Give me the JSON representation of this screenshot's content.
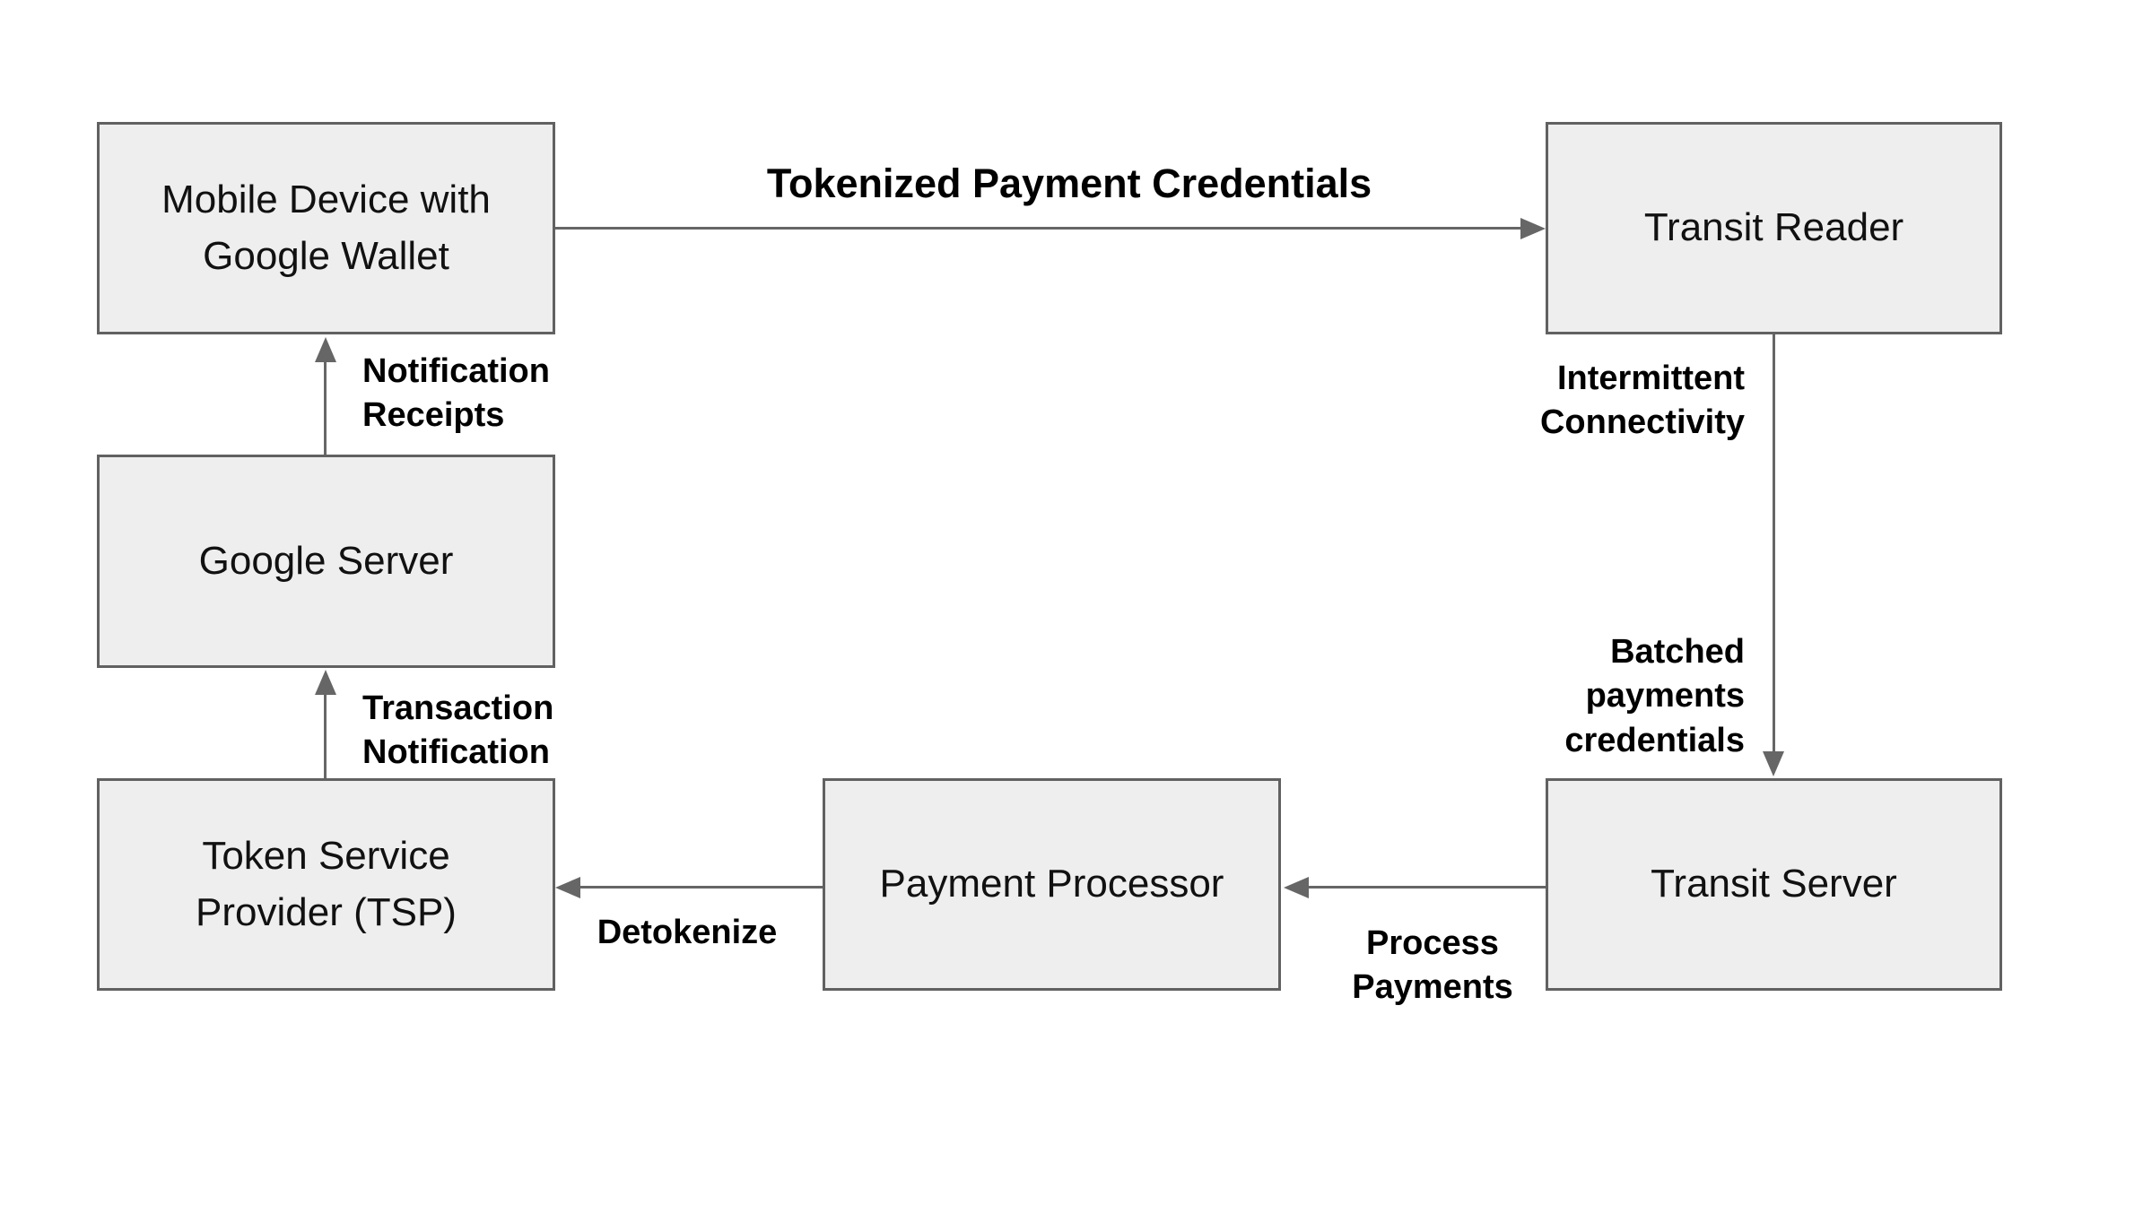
{
  "diagram": {
    "nodes": {
      "mobile": {
        "lines": [
          "Mobile Device with",
          "Google Wallet"
        ]
      },
      "transit_reader": {
        "lines": [
          "Transit Reader"
        ]
      },
      "google_server": {
        "lines": [
          "Google Server"
        ]
      },
      "tsp": {
        "lines": [
          "Token Service",
          "Provider (TSP)"
        ]
      },
      "payment_processor": {
        "lines": [
          "Payment Processor"
        ]
      },
      "transit_server": {
        "lines": [
          "Transit Server"
        ]
      }
    },
    "edge_labels": {
      "tokenized": {
        "lines": [
          "Tokenized Payment Credentials"
        ]
      },
      "notification": {
        "lines": [
          "Notification",
          "Receipts"
        ]
      },
      "transaction": {
        "lines": [
          "Transaction",
          "Notification"
        ]
      },
      "intermittent": {
        "lines": [
          "Intermittent",
          "Connectivity"
        ]
      },
      "batched": {
        "lines": [
          "Batched",
          "payments",
          "credentials"
        ]
      },
      "process": {
        "lines": [
          "Process",
          "Payments"
        ]
      },
      "detokenize": {
        "lines": [
          "Detokenize"
        ]
      }
    },
    "edges": [
      {
        "from": "mobile",
        "to": "transit_reader",
        "label": "Tokenized Payment Credentials"
      },
      {
        "from": "transit_reader",
        "to": "transit_server",
        "labels": [
          "Intermittent Connectivity",
          "Batched payments credentials"
        ]
      },
      {
        "from": "transit_server",
        "to": "payment_processor",
        "label": "Process Payments"
      },
      {
        "from": "payment_processor",
        "to": "tsp",
        "label": "Detokenize"
      },
      {
        "from": "tsp",
        "to": "google_server",
        "label": "Transaction Notification"
      },
      {
        "from": "google_server",
        "to": "mobile",
        "label": "Notification Receipts"
      }
    ],
    "colors": {
      "background": "#ffffff",
      "node_fill": "#eeeeee",
      "node_border": "#616161",
      "arrow": "#666666",
      "node_text": "#111111",
      "label_text": "#000000"
    }
  }
}
